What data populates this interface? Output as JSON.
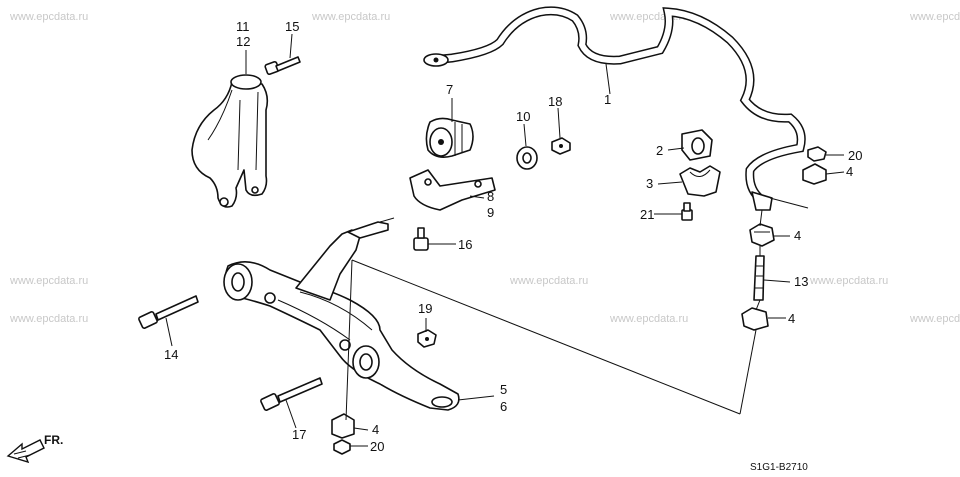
{
  "watermark": "www.epcdata.ru",
  "diagram_code": "S1G1-B2710",
  "direction_label": "FR.",
  "callouts": {
    "c1": "1",
    "c2": "2",
    "c3": "3",
    "c4a": "4",
    "c4b": "4",
    "c4c": "4",
    "c4d": "4",
    "c5": "5",
    "c6": "6",
    "c7": "7",
    "c8": "8",
    "c9": "9",
    "c10": "10",
    "c11": "11",
    "c12": "12",
    "c13": "13",
    "c14": "14",
    "c15": "15",
    "c16": "16",
    "c17": "17",
    "c18": "18",
    "c19": "19",
    "c20a": "20",
    "c20b": "20",
    "c21": "21"
  },
  "colors": {
    "ink": "#111111",
    "watermark": "#c8c8c8"
  }
}
